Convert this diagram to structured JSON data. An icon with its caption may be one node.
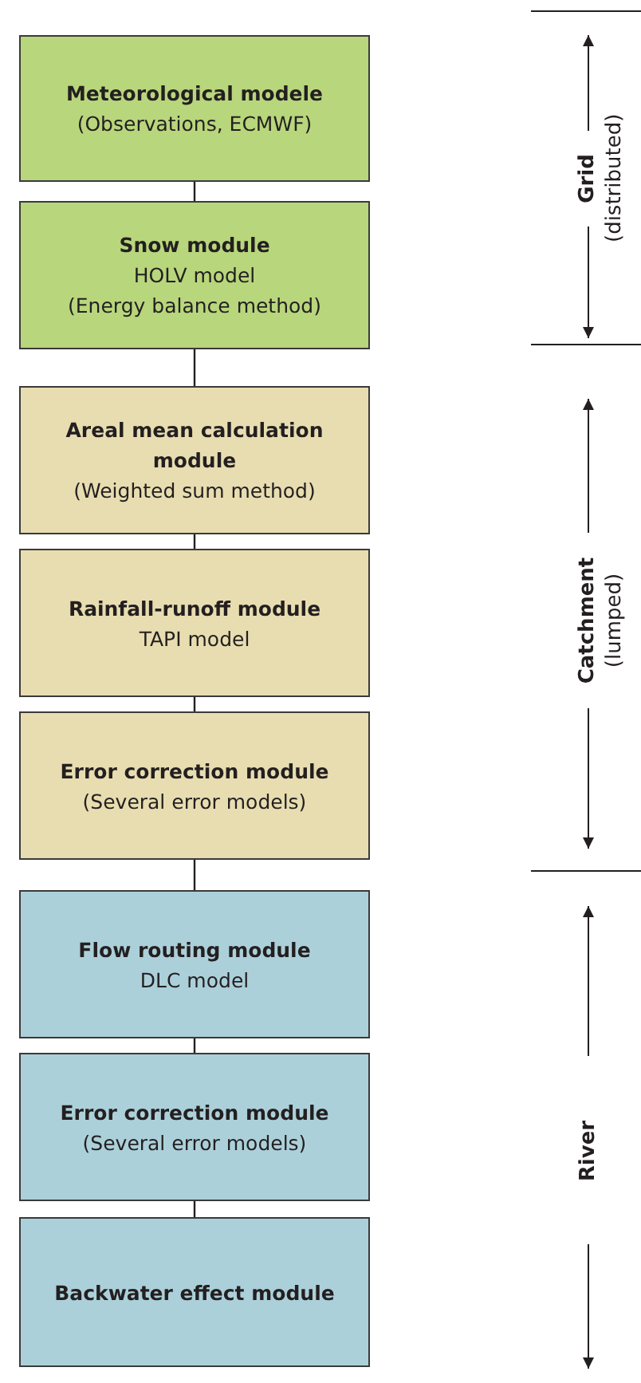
{
  "diagram": {
    "nodes": [
      {
        "text": [
          "Meteorological modele",
          "(Observations, ECMWF)"
        ]
      },
      {
        "text": [
          "Snow module",
          "HOLV model",
          "(Energy balance method)"
        ]
      },
      {
        "text": [
          "Areal mean calculation module",
          "(Weighted sum method)"
        ]
      },
      {
        "text": [
          "Rainfall-runoff module",
          "TAPI model"
        ]
      },
      {
        "text": [
          "Error correction module",
          "(Several error models)"
        ]
      },
      {
        "text": [
          "Flow routing module",
          "DLC model"
        ]
      },
      {
        "text": [
          "Error correction module",
          "(Several error models)"
        ]
      },
      {
        "text": [
          "Backwater effect module"
        ]
      }
    ],
    "edges": [
      {
        "from": 0,
        "to": 1,
        "arrow": "none"
      },
      {
        "from": 1,
        "to": 2,
        "arrow": "none"
      },
      {
        "from": 2,
        "to": 3,
        "arrow": "none"
      },
      {
        "from": 3,
        "to": 4,
        "arrow": "none"
      },
      {
        "from": 4,
        "to": 5,
        "arrow": "none"
      },
      {
        "from": 5,
        "to": 6,
        "arrow": "none"
      },
      {
        "from": 6,
        "to": 7,
        "arrow": "none"
      }
    ],
    "labels": [
      "Grid",
      "(distributed)",
      "Catchment",
      "(lumped)",
      "River"
    ]
  }
}
